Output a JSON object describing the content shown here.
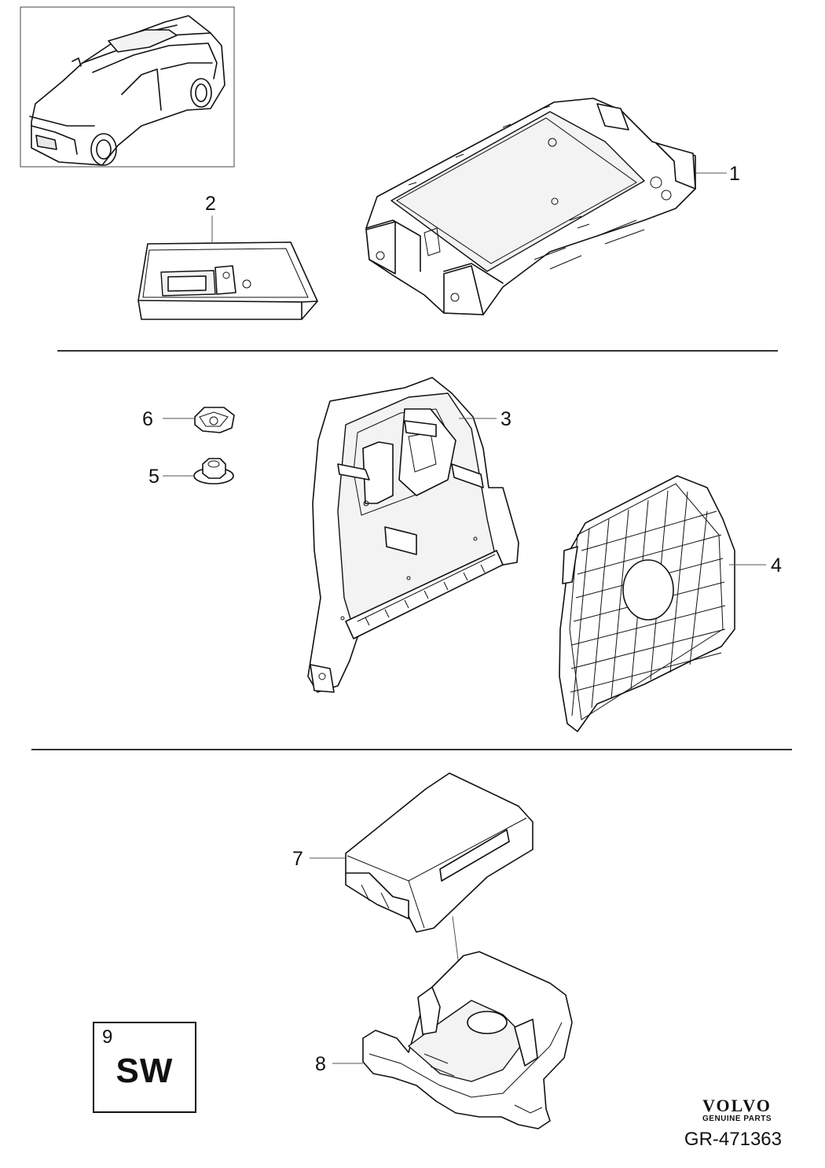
{
  "callouts": {
    "p1": "1",
    "p2": "2",
    "p3": "3",
    "p4": "4",
    "p5": "5",
    "p6": "6",
    "p7": "7",
    "p8": "8"
  },
  "software_box": {
    "number": "9",
    "code": "SW"
  },
  "brand": {
    "name": "VOLVO",
    "subtitle": "GENUINE PARTS"
  },
  "drawing_id": "GR-471363"
}
